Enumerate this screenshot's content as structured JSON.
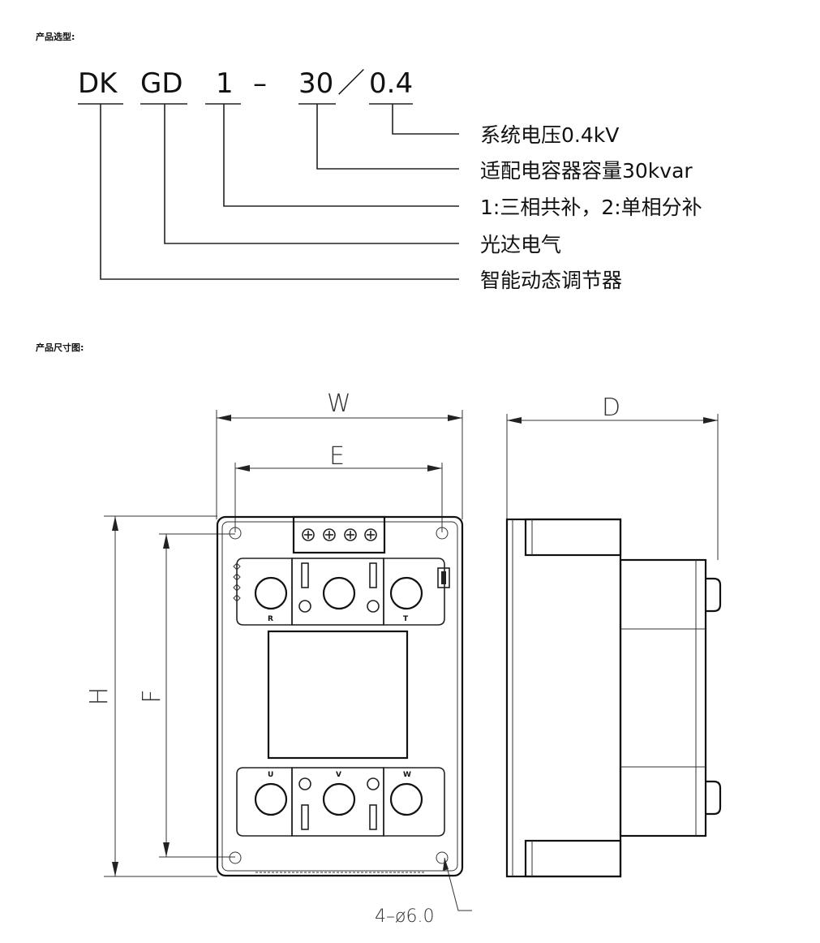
{
  "selection": {
    "title": "产品选型:",
    "code": [
      "DK",
      "GD",
      "1",
      "–",
      "30",
      "／",
      "0.4"
    ],
    "descriptions": [
      "系统电压0.4kV",
      "适配电容器容量30kvar",
      "1:三相共补，2:单相分补",
      "光达电气",
      "智能动态调节器"
    ]
  },
  "dimensions": {
    "title": "产品尺寸图:",
    "labels": {
      "w": "W",
      "e": "E",
      "d": "D",
      "h": "H",
      "f": "F"
    },
    "hole_note": "4–ø6.0",
    "terminals_top": [
      "R",
      "T"
    ],
    "terminals_bottom": [
      "U",
      "V",
      "W"
    ]
  }
}
